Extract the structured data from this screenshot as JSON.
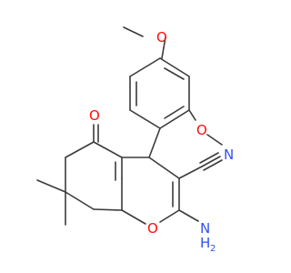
{
  "molecule": {
    "atom_labels": {
      "o_methoxy_top": "O",
      "o_methoxy_right": "O",
      "n_nitrile": "N",
      "o_ketone": "O",
      "o_ring": "O",
      "nh2_n": "N",
      "nh2_h": "H",
      "nh2_sub": "2"
    },
    "colors": {
      "bond": "#3b3b3b",
      "oxygen": "#ff0d0d",
      "nitrogen": "#3050f8",
      "background": "#ffffff"
    }
  }
}
